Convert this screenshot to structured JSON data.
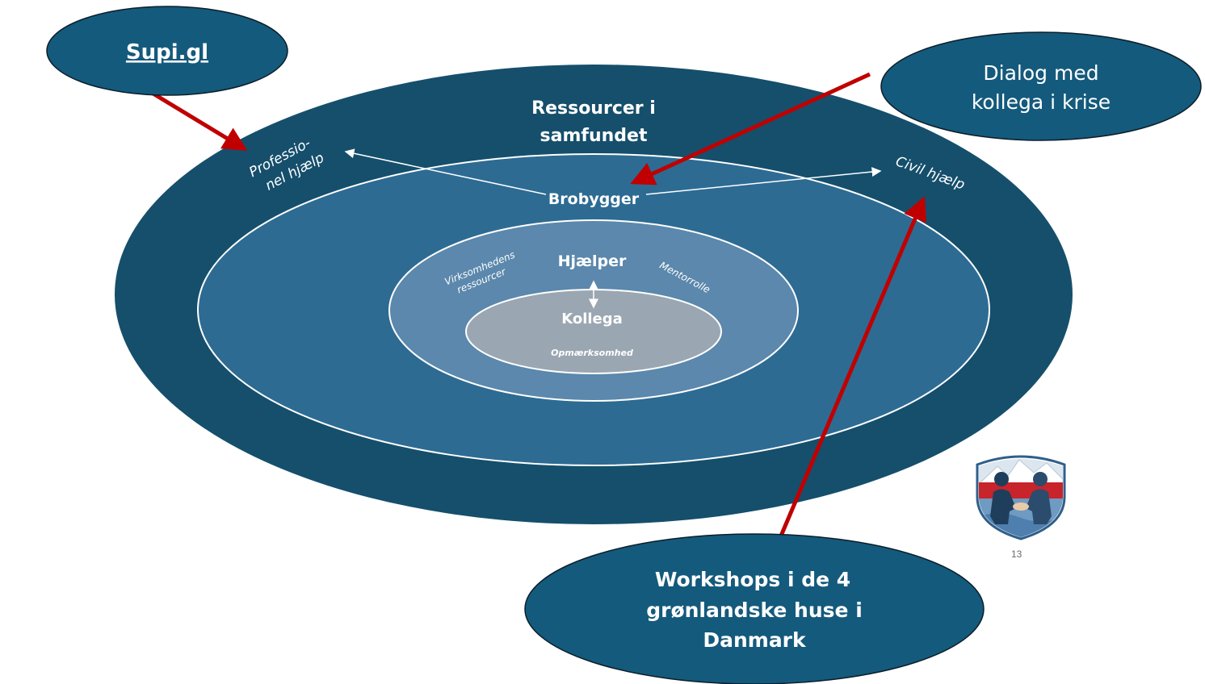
{
  "colors": {
    "outer": "#154f6c",
    "middle": "#2d6b93",
    "inner": "#5b88ac",
    "core": "#9aa7b2",
    "callout": "#145a7c",
    "arrow": "#c00000"
  },
  "layers": {
    "outer": {
      "title_line1": "Ressourcer i",
      "title_line2": "samfundet"
    },
    "middle": {
      "title": "Brobygger",
      "left_label_line1": "Professio-",
      "left_label_line2": "nel hjælp",
      "right_label": "Civil hjælp"
    },
    "inner": {
      "title": "Hjælper",
      "left_label_line1": "Virksomhedens",
      "left_label_line2": "ressourcer",
      "right_label": "Mentorrolle"
    },
    "core": {
      "title": "Kollega",
      "subtitle": "Opmærksomhed"
    }
  },
  "callouts": {
    "supi": {
      "text": "Supi.gl"
    },
    "dialog": {
      "line1": "Dialog med",
      "line2": "kollega i krise"
    },
    "workshops": {
      "line1": "Workshops i de 4",
      "line2": "grønlandske huse i",
      "line3": "Danmark"
    }
  },
  "logo": {
    "icon": "handshake-shield-icon"
  },
  "page_number": "13"
}
